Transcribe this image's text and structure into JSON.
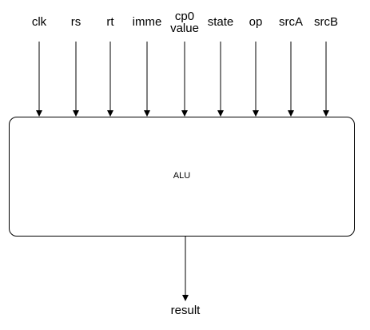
{
  "diagram": {
    "inputs": [
      {
        "label": "clk"
      },
      {
        "label": "rs"
      },
      {
        "label": "rt"
      },
      {
        "label": "imme"
      },
      {
        "label": "cp0\nvalue"
      },
      {
        "label": "state"
      },
      {
        "label": "op"
      },
      {
        "label": "srcA"
      },
      {
        "label": "srcB"
      }
    ],
    "block": {
      "label": "ALU"
    },
    "output": {
      "label": "result"
    },
    "colors": {
      "stroke": "#000000",
      "background": "#ffffff"
    }
  }
}
